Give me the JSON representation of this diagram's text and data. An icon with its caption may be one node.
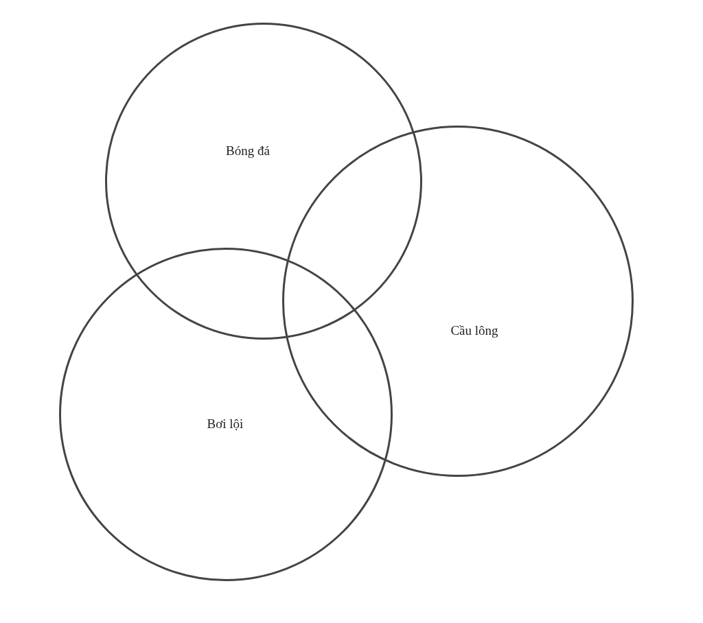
{
  "diagram": {
    "nodes": [
      {
        "text": [
          "Bóng đá"
        ]
      },
      {
        "text": [
          "Cầu lông"
        ]
      },
      {
        "text": [
          "Bơi lội"
        ]
      }
    ]
  }
}
